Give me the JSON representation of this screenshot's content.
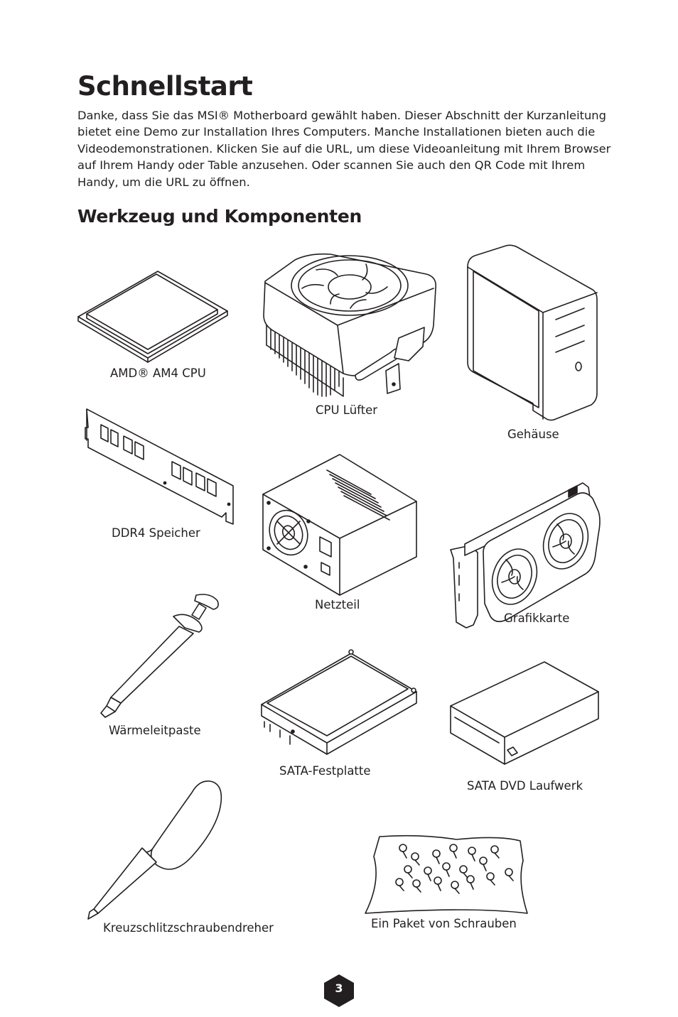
{
  "page": {
    "title": "Schnellstart",
    "intro": "Danke, dass Sie das MSI® Motherboard gewählt haben. Dieser Abschnitt der Kurzanleitung bietet eine Demo zur Installation Ihres Computers. Manche Installationen bieten auch die Videodemonstrationen. Klicken Sie auf die URL, um diese Videoanleitung mit Ihrem Browser auf Ihrem Handy oder Table anzusehen. Oder scannen Sie auch den QR Code mit Ihrem Handy, um die URL zu öffnen.",
    "section_title": "Werkzeug und Komponenten",
    "page_number": "3"
  },
  "components": {
    "cpu": {
      "label": "AMD® AM4 CPU",
      "icon": "cpu-icon"
    },
    "cooler": {
      "label": "CPU Lüfter",
      "icon": "cpu-cooler-icon"
    },
    "case": {
      "label": "Gehäuse",
      "icon": "pc-case-icon"
    },
    "ram": {
      "label": "DDR4 Speicher",
      "icon": "ram-module-icon"
    },
    "psu": {
      "label": "Netzteil",
      "icon": "power-supply-icon"
    },
    "gpu": {
      "label": "Grafikkarte",
      "icon": "graphics-card-icon"
    },
    "paste": {
      "label": "Wärmeleitpaste",
      "icon": "thermal-paste-syringe-icon"
    },
    "hdd": {
      "label": "SATA-Festplatte",
      "icon": "hard-drive-icon"
    },
    "dvd": {
      "label": "SATA DVD Laufwerk",
      "icon": "dvd-drive-icon"
    },
    "screwdriver": {
      "label": "Kreuzschlitzschraubendreher",
      "icon": "screwdriver-icon"
    },
    "screws": {
      "label": "Ein Paket von Schrauben",
      "icon": "screw-bag-icon"
    }
  }
}
